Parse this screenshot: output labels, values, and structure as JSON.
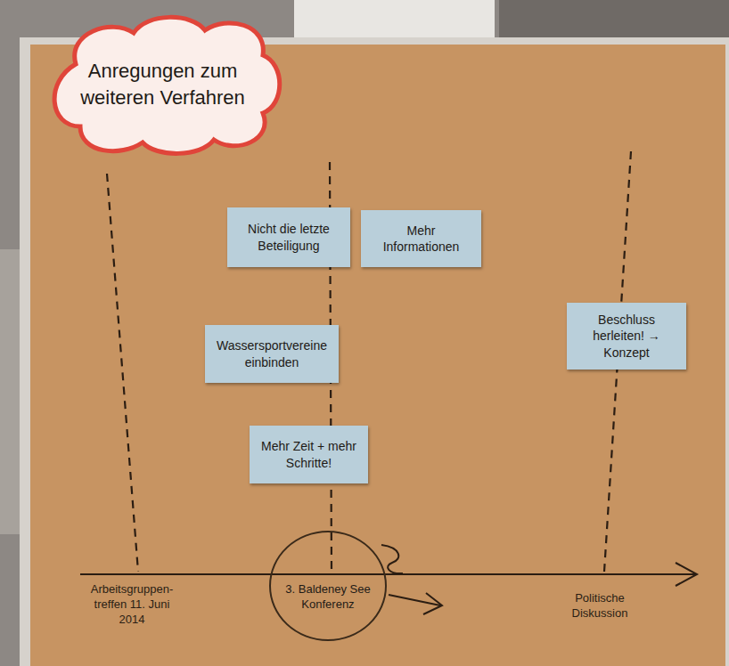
{
  "diagram": {
    "nodes": [
      {
        "text": [
          "Anregungen zum weiteren Verfahren"
        ]
      },
      {
        "text": [
          "Nicht die letzte Beteiligung"
        ]
      },
      {
        "text": [
          "Mehr Informationen"
        ]
      },
      {
        "text": [
          "Wassersportvereine einbinden"
        ]
      },
      {
        "text": [
          "Mehr Zeit + mehr Schritte!"
        ]
      },
      {
        "text": [
          "Beschluss herleiten! → Konzept"
        ]
      },
      {
        "text": [
          "3. Baldeney See Konferenz"
        ]
      }
    ],
    "labels": [
      "Arbeitsgruppen- treffen 11. Juni 2014",
      "Politische Diskussion"
    ]
  }
}
